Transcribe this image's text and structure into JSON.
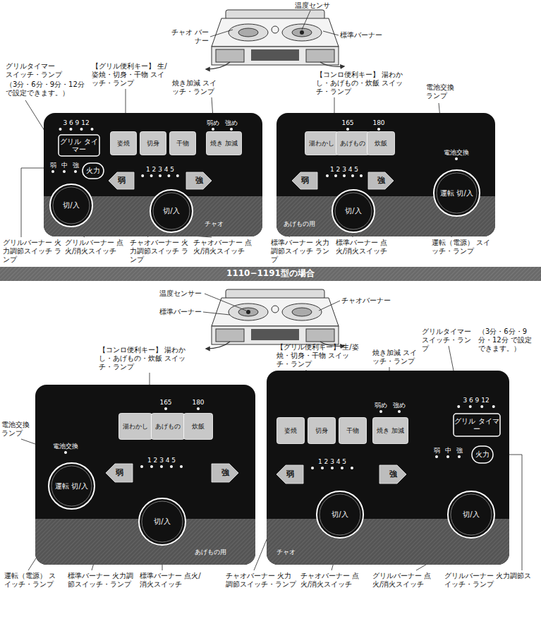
{
  "diagram": {
    "nodes": [
      {
        "text": [
          "チャオ"
        ]
      },
      {
        "text": [
          "グリル タイマー"
        ],
        "in": 0
      },
      {
        "text": [
          "姿焼"
        ],
        "in": 0
      },
      {
        "text": [
          "切身"
        ],
        "in": 0
      },
      {
        "text": [
          "干物"
        ],
        "in": 0
      },
      {
        "text": [
          "焼き 加減"
        ],
        "in": 0
      },
      {
        "text": [
          "火力"
        ],
        "in": 0
      },
      {
        "text": [
          "弱"
        ],
        "in": 0
      },
      {
        "text": [
          "強"
        ],
        "in": 0
      },
      {
        "text": [
          "切/入"
        ],
        "in": 0
      },
      {
        "text": [
          "切/入"
        ],
        "in": 0
      },
      {
        "text": [
          "あげもの用"
        ]
      },
      {
        "text": [
          "湯わかし"
        ],
        "in": 11
      },
      {
        "text": [
          "あげもの"
        ],
        "in": 11
      },
      {
        "text": [
          "炊飯"
        ],
        "in": 11
      },
      {
        "text": [
          "弱"
        ],
        "in": 11
      },
      {
        "text": [
          "強"
        ],
        "in": 11
      },
      {
        "text": [
          "切/入"
        ],
        "in": 11
      },
      {
        "text": [
          "運転 切/入"
        ],
        "in": 11
      },
      {
        "text": [
          "1110−1191型の場合"
        ]
      },
      {
        "text": [
          "あげもの用"
        ]
      },
      {
        "text": [
          "湯わかし"
        ],
        "in": 20
      },
      {
        "text": [
          "あげもの"
        ],
        "in": 20
      },
      {
        "text": [
          "炊飯"
        ],
        "in": 20
      },
      {
        "text": [
          "運転 切/入"
        ],
        "in": 20
      },
      {
        "text": [
          "弱"
        ],
        "in": 20
      },
      {
        "text": [
          "切/入"
        ],
        "in": 20
      },
      {
        "text": [
          "強"
        ],
        "in": 20
      },
      {
        "text": [
          "チャオ"
        ]
      },
      {
        "text": [
          "姿焼"
        ],
        "in": 28
      },
      {
        "text": [
          "切身"
        ],
        "in": 28
      },
      {
        "text": [
          "干物"
        ],
        "in": 28
      },
      {
        "text": [
          "焼き 加減"
        ],
        "in": 28
      },
      {
        "text": [
          "グリル タイマー"
        ],
        "in": 28
      },
      {
        "text": [
          "火力"
        ],
        "in": 28
      },
      {
        "text": [
          "弱"
        ],
        "in": 28
      },
      {
        "text": [
          "切/入"
        ],
        "in": 28
      },
      {
        "text": [
          "強"
        ],
        "in": 28
      },
      {
        "text": [
          "切/入"
        ],
        "in": 28
      }
    ],
    "labels": [
      "チャオ バーナー",
      "温度センサ",
      "標準バーナー",
      "グリルタイマー スイッチ・ランプ",
      "（3分・6分・9分・12分 で設定できます。）",
      "【グリル便利キー】 生/姿焼・切身・干物 スイッチ・ランプ",
      "焼き加減 スイッチ・ランプ",
      "【コンロ便利キー】 湯わかし・あげもの・炊飯 スイッチ・ランプ",
      "電池交換 ランプ",
      "3 6 9 12",
      "弱め",
      "強め",
      "弱",
      "中",
      "強",
      "1 2 3 4 5",
      "165",
      "180",
      "1 2 3 4 5",
      "電池交換",
      "グリルバーナー 火力調節スイッチ ランプ",
      "グリルバーナー 点火/消火スイッチ",
      "チャオバーナー 火力調節スイッチ ランプ",
      "チャオバーナー 点火/消火スイッチ",
      "標準バーナー 火力調節スイッチ ランプ",
      "標準バーナー 点火/消火スイッチ",
      "運転（電源） スイッチ・ランプ",
      "温度センサー",
      "標準バーナー",
      "チャオバーナー",
      "【コンロ便利キー】 湯わかし・あげもの・炊飯 スイッチ・ランプ",
      "【グリル便利キー】 生/姿焼・切身・干物 スイッチ・ランプ",
      "焼き加減 スイッチ・ランプ",
      "グリルタイマー スイッチ・ランプ",
      "（3分・6分・9分・12分 で設定できます。）",
      "電池交換 ランプ",
      "165",
      "180",
      "電池交換",
      "1 2 3 4 5",
      "弱め",
      "強め",
      "3 6 9 12",
      "弱",
      "中",
      "強",
      "1 2 3 4 5",
      "運転（電源） スイッチ・ランプ",
      "標準バーナー 火力調節スイッチ・ランプ",
      "標準バーナー 点火/消火スイッチ",
      "チャオバーナー 火力調節スイッチ・ランプ",
      "チャオバーナー 点火/消火スイッチ",
      "グリルバーナー 点火/消火スイッチ",
      "グリルバーナー 火力調節スイッチ・ランプ"
    ]
  }
}
